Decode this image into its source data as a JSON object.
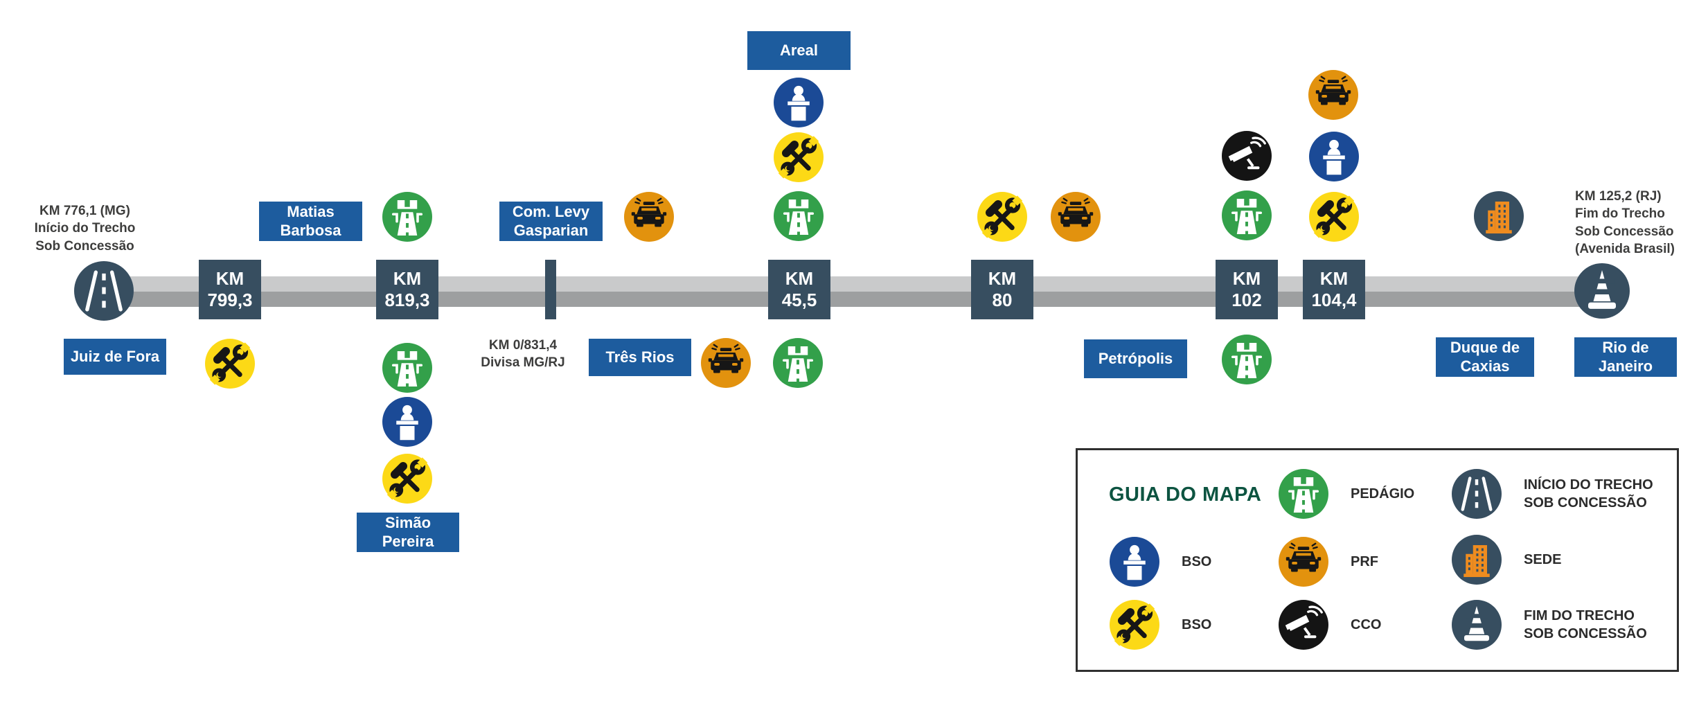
{
  "colors": {
    "slate": "#374e60",
    "city_blue": "#1d5c9e",
    "bso_blue": "#1b4a96",
    "green": "#33a04a",
    "yellow": "#fcd916",
    "orange": "#e2920e",
    "cco_black": "#141414",
    "road_light": "#c9cacb",
    "road_dark": "#9d9fa0",
    "legend_green": "#0d5441",
    "sede_orange": "#ef8c1f",
    "note_text": "#3d3d3c",
    "label_text": "#2b2b2b",
    "legend_border": "#2f2f2f"
  },
  "notes": {
    "start": {
      "l1": "KM 776,1 (MG)",
      "l2": "Início do Trecho",
      "l3": "Sob Concessão"
    },
    "divisa": {
      "l1": "KM 0/831,4",
      "l2": "Divisa MG/RJ"
    },
    "end": {
      "l1": "KM 125,2 (RJ)",
      "l2": "Fim do Trecho",
      "l3": "Sob Concessão",
      "l4": "(Avenida Brasil)"
    }
  },
  "km_markers": [
    {
      "prefix": "KM",
      "value": "799,3"
    },
    {
      "prefix": "KM",
      "value": "819,3"
    },
    {
      "prefix": "KM",
      "value": "45,5"
    },
    {
      "prefix": "KM",
      "value": "80"
    },
    {
      "prefix": "KM",
      "value": "102"
    },
    {
      "prefix": "KM",
      "value": "104,4"
    }
  ],
  "cities": [
    {
      "l1": "Juiz de Fora"
    },
    {
      "l1": "Matias",
      "l2": "Barbosa"
    },
    {
      "l1": "Simão",
      "l2": "Pereira"
    },
    {
      "l1": "Com. Levy",
      "l2": "Gasparian"
    },
    {
      "l1": "Três Rios"
    },
    {
      "l1": "Areal"
    },
    {
      "l1": "Petrópolis"
    },
    {
      "l1": "Duque de",
      "l2": "Caxias"
    },
    {
      "l1": "Rio de Janeiro"
    }
  ],
  "icons": {
    "pedagio-icon": "toll plaza road",
    "bso-attendant-icon": "attendant at service desk",
    "bso-tools-icon": "crossed hammer and wrench",
    "prf-icon": "police patrol car",
    "cco-icon": "cctv camera with signal",
    "sede-icon": "headquarters building",
    "inicio-trecho-icon": "road start",
    "fim-trecho-icon": "traffic cone"
  },
  "legend": {
    "title": "GUIA DO MAPA",
    "items": {
      "pedagio": {
        "label": "PEDÁGIO"
      },
      "bso_blue": {
        "label": "BSO"
      },
      "bso_yellow": {
        "label": "BSO"
      },
      "prf": {
        "label": "PRF"
      },
      "cco": {
        "label": "CCO"
      },
      "inicio": {
        "l1": "INÍCIO DO TRECHO",
        "l2": "SOB CONCESSÃO"
      },
      "sede": {
        "label": "SEDE"
      },
      "fim": {
        "l1": "FIM DO TRECHO",
        "l2": "SOB CONCESSÃO"
      }
    }
  }
}
